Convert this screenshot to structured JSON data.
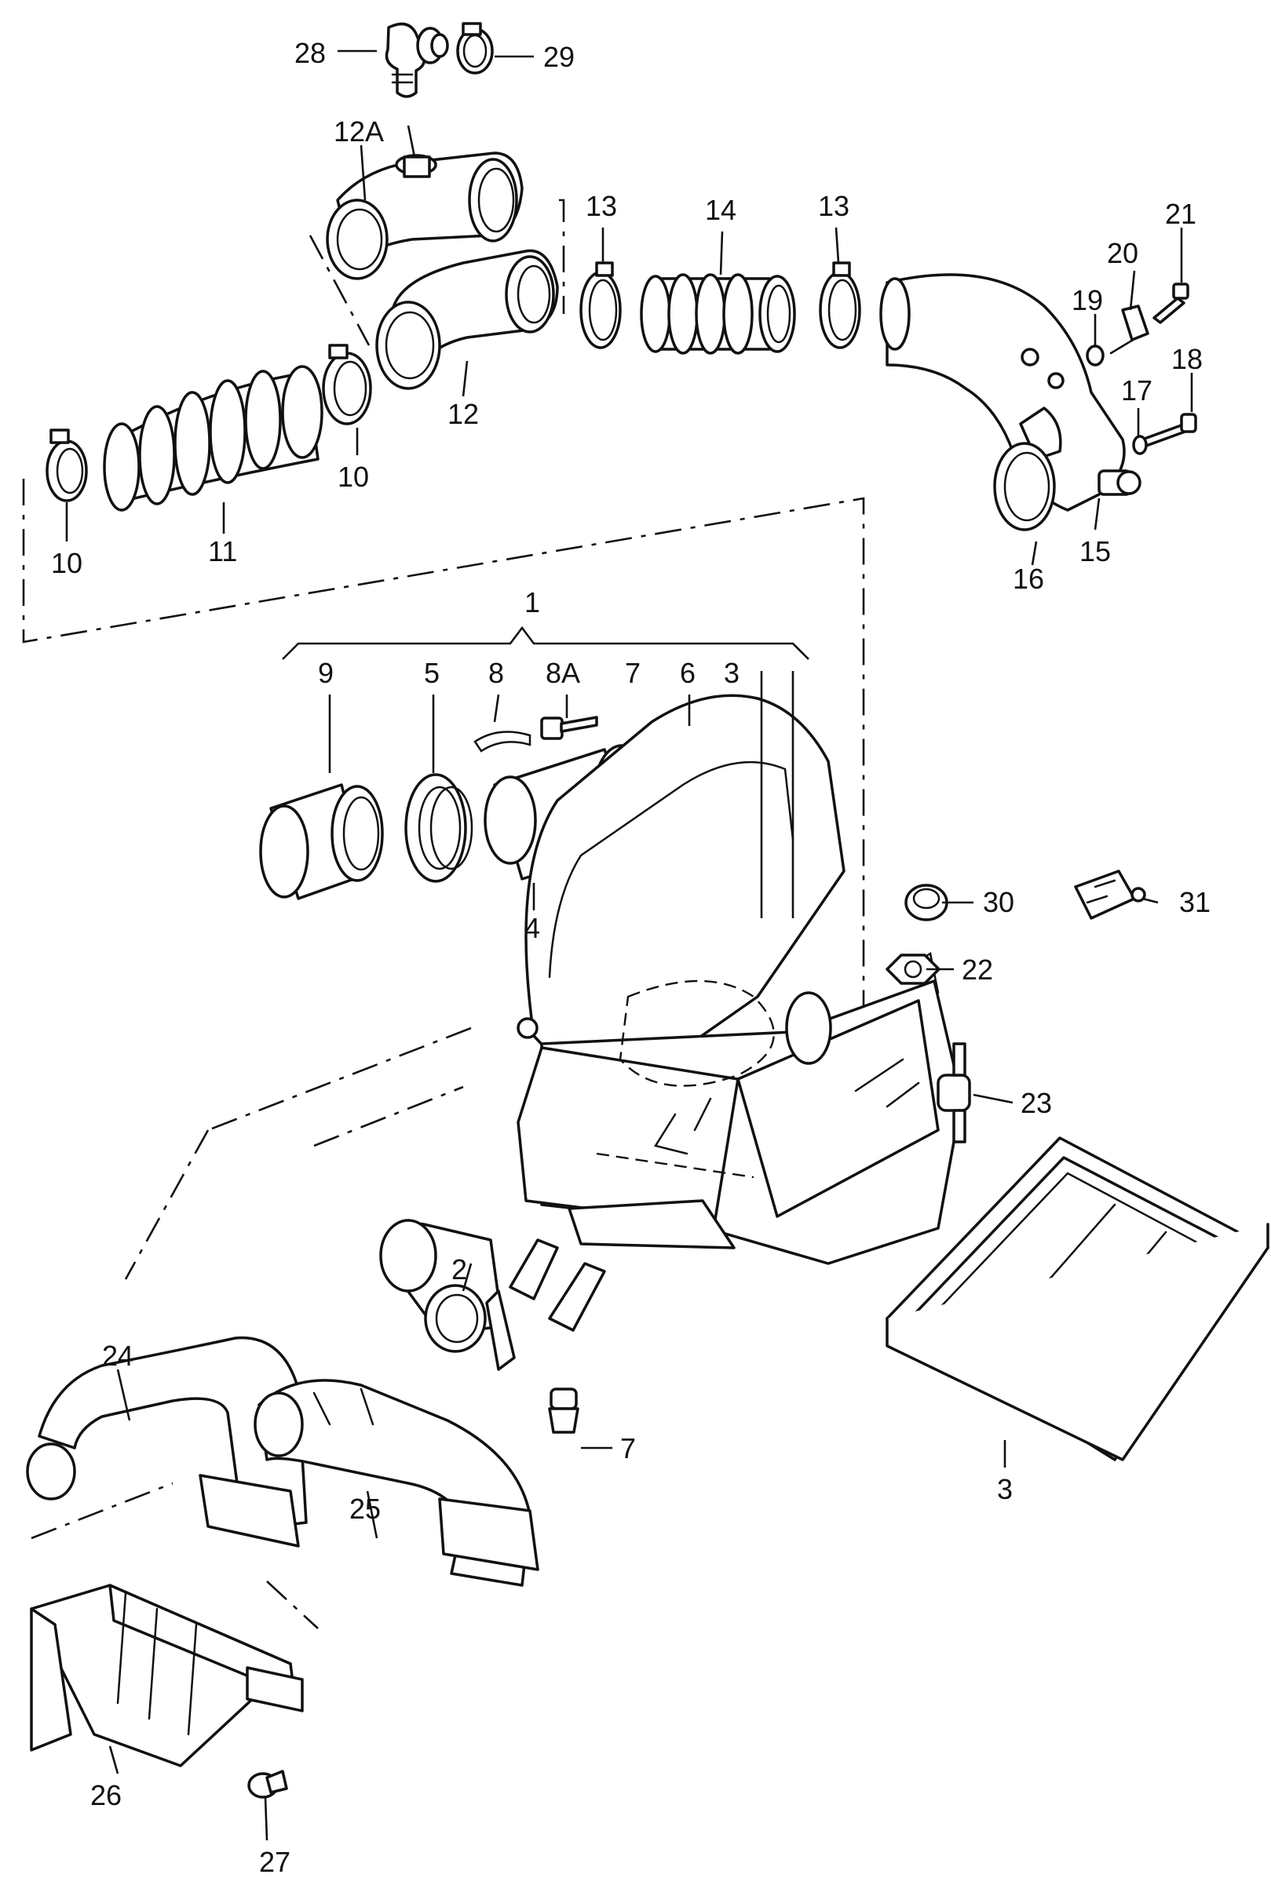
{
  "callouts": {
    "c1": "1",
    "c2": "2",
    "c3a": "3",
    "c3b": "3",
    "c4": "4",
    "c5": "5",
    "c6": "6",
    "c7a": "7",
    "c7b": "7",
    "c8": "8",
    "c8a": "8A",
    "c9": "9",
    "c10a": "10",
    "c10b": "10",
    "c11": "11",
    "c12": "12",
    "c12a": "12A",
    "c13a": "13",
    "c13b": "13",
    "c14": "14",
    "c15": "15",
    "c16": "16",
    "c17": "17",
    "c18": "18",
    "c19": "19",
    "c20": "20",
    "c21": "21",
    "c22": "22",
    "c23": "23",
    "c24": "24",
    "c25": "25",
    "c26": "26",
    "c27": "27",
    "c28": "28",
    "c29": "29",
    "c30": "30",
    "c31": "31"
  }
}
